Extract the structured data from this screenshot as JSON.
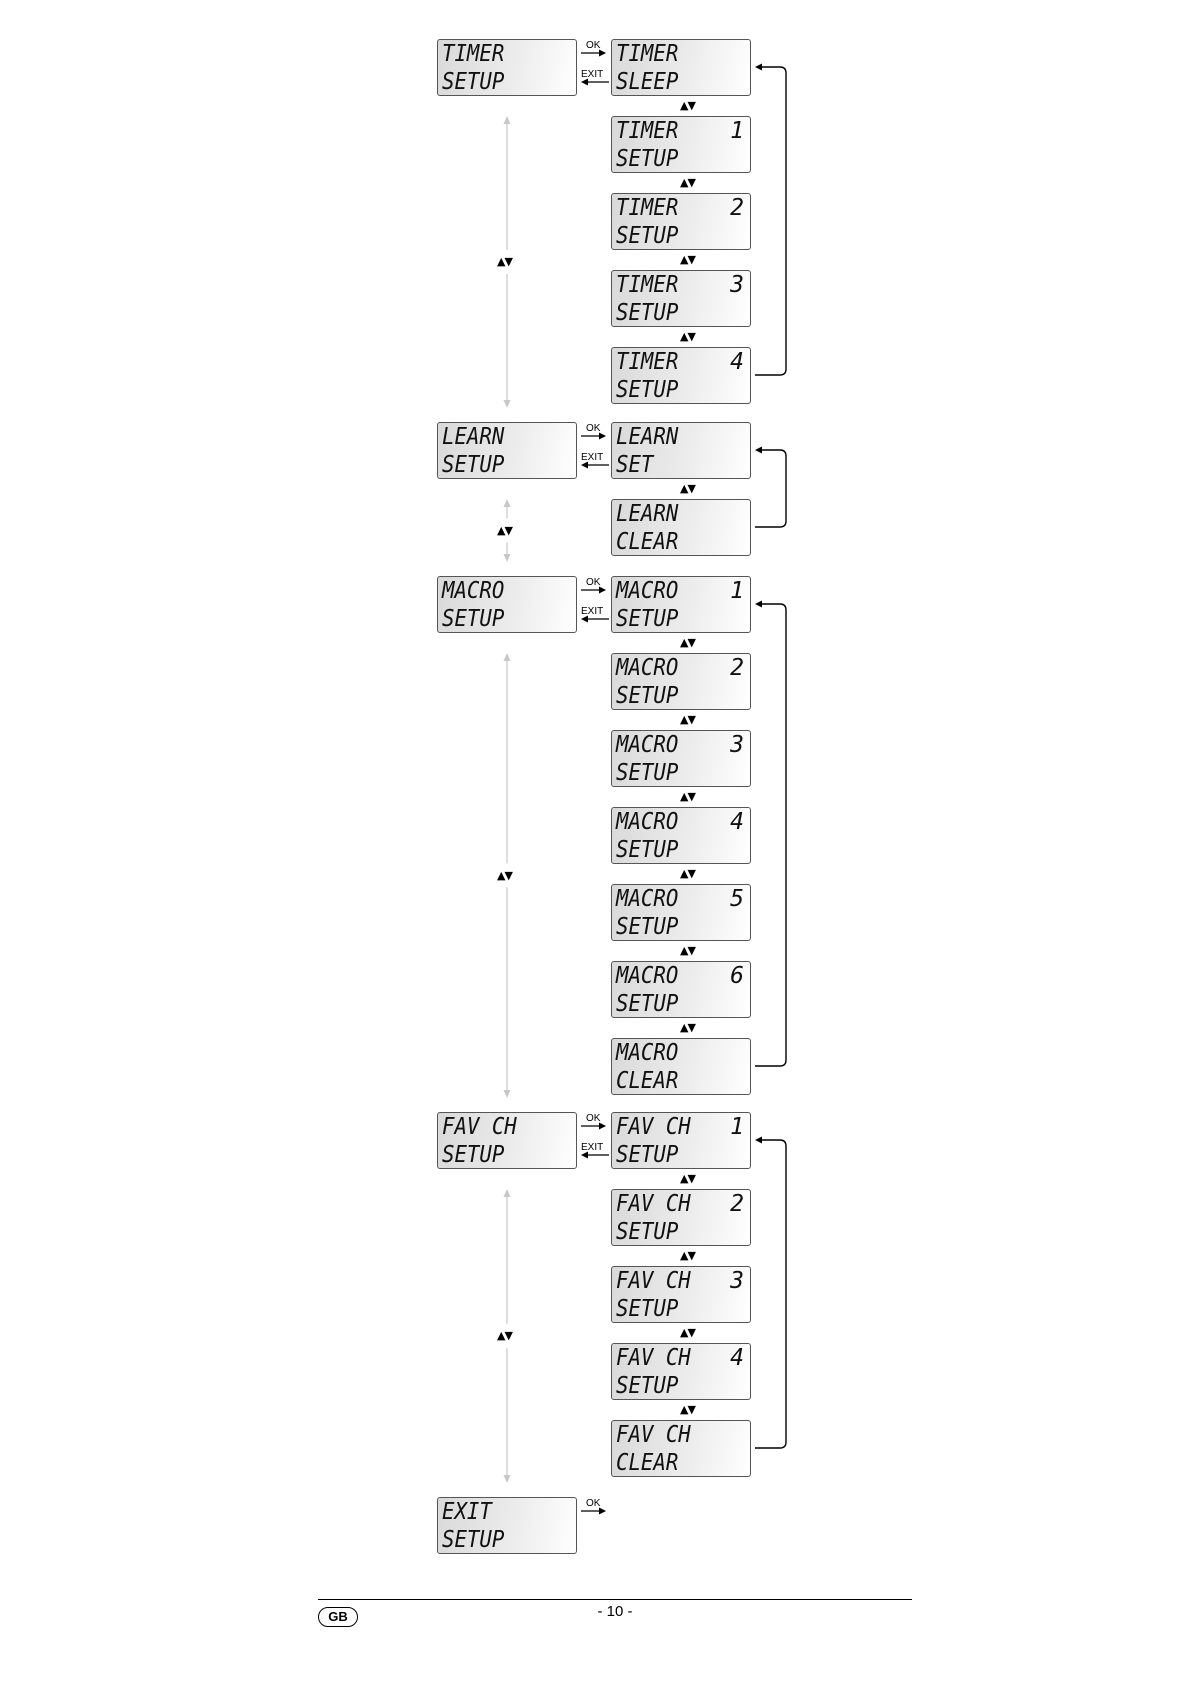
{
  "labels": {
    "ok": "OK",
    "exit": "EXIT",
    "updown": "▲▼"
  },
  "menu": [
    {
      "name": "timer",
      "main": {
        "line1": "TIMER",
        "line2": "SETUP",
        "num": ""
      },
      "has_exit": true,
      "submenu": [
        {
          "line1": "TIMER",
          "line2": "SLEEP",
          "num": ""
        },
        {
          "line1": "TIMER",
          "line2": "SETUP",
          "num": "1"
        },
        {
          "line1": "TIMER",
          "line2": "SETUP",
          "num": "2"
        },
        {
          "line1": "TIMER",
          "line2": "SETUP",
          "num": "3"
        },
        {
          "line1": "TIMER",
          "line2": "SETUP",
          "num": "4"
        }
      ]
    },
    {
      "name": "learn",
      "main": {
        "line1": "LEARN",
        "line2": "SETUP",
        "num": ""
      },
      "has_exit": true,
      "submenu": [
        {
          "line1": "LEARN",
          "line2": "SET",
          "num": ""
        },
        {
          "line1": "LEARN",
          "line2": "CLEAR",
          "num": ""
        }
      ]
    },
    {
      "name": "macro",
      "main": {
        "line1": "MACRO",
        "line2": "SETUP",
        "num": ""
      },
      "has_exit": true,
      "submenu": [
        {
          "line1": "MACRO",
          "line2": "SETUP",
          "num": "1"
        },
        {
          "line1": "MACRO",
          "line2": "SETUP",
          "num": "2"
        },
        {
          "line1": "MACRO",
          "line2": "SETUP",
          "num": "3"
        },
        {
          "line1": "MACRO",
          "line2": "SETUP",
          "num": "4"
        },
        {
          "line1": "MACRO",
          "line2": "SETUP",
          "num": "5"
        },
        {
          "line1": "MACRO",
          "line2": "SETUP",
          "num": "6"
        },
        {
          "line1": "MACRO",
          "line2": "CLEAR",
          "num": ""
        }
      ]
    },
    {
      "name": "fav-ch",
      "main": {
        "line1": "FAV CH",
        "line2": "SETUP",
        "num": ""
      },
      "has_exit": true,
      "submenu": [
        {
          "line1": "FAV CH",
          "line2": "SETUP",
          "num": "1"
        },
        {
          "line1": "FAV CH",
          "line2": "SETUP",
          "num": "2"
        },
        {
          "line1": "FAV CH",
          "line2": "SETUP",
          "num": "3"
        },
        {
          "line1": "FAV CH",
          "line2": "SETUP",
          "num": "4"
        },
        {
          "line1": "FAV CH",
          "line2": "CLEAR",
          "num": ""
        }
      ]
    },
    {
      "name": "exit",
      "main": {
        "line1": "EXIT",
        "line2": "SETUP",
        "num": ""
      },
      "has_exit": false,
      "submenu": []
    }
  ],
  "footer": {
    "country_badge": "GB",
    "page_number": "- 10 -"
  }
}
